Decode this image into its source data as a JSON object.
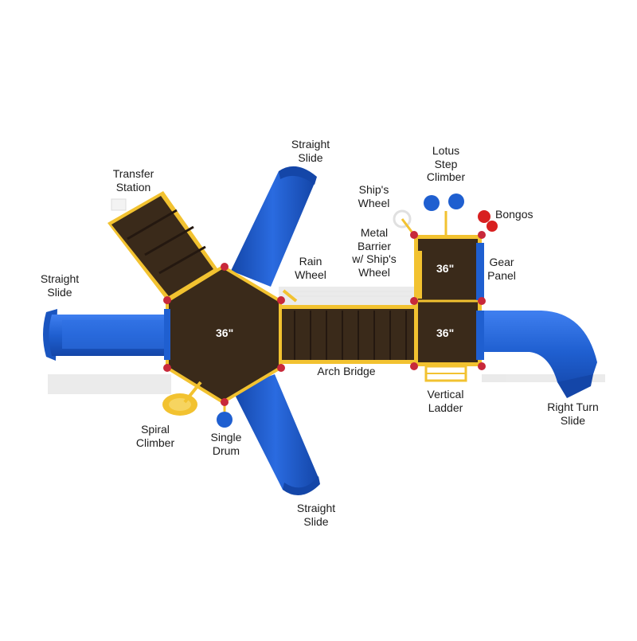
{
  "labels": {
    "straight_slide_top": "Straight\nSlide",
    "transfer_station": "Transfer\nStation",
    "straight_slide_left": "Straight\nSlide",
    "lotus_step_climber": "Lotus\nStep\nClimber",
    "ships_wheel": "Ship's\nWheel",
    "bongos": "Bongos",
    "metal_barrier": "Metal\nBarrier\nw/ Ship's\nWheel",
    "rain_wheel": "Rain\nWheel",
    "gear_panel": "Gear\nPanel",
    "arch_bridge": "Arch Bridge",
    "vertical_ladder": "Vertical\nLadder",
    "right_turn_slide": "Right Turn\nSlide",
    "spiral_climber": "Spiral\nClimber",
    "single_drum": "Single\nDrum",
    "straight_slide_bottom": "Straight\nSlide"
  },
  "deck_heights": {
    "hex_deck": "36\"",
    "upper_right_deck": "36\"",
    "lower_right_deck": "36\""
  },
  "colors": {
    "slide_blue": "#1f5fd0",
    "deck_brown": "#3a2a1a",
    "frame_yellow": "#f2c230",
    "post_red": "#c8283a"
  }
}
